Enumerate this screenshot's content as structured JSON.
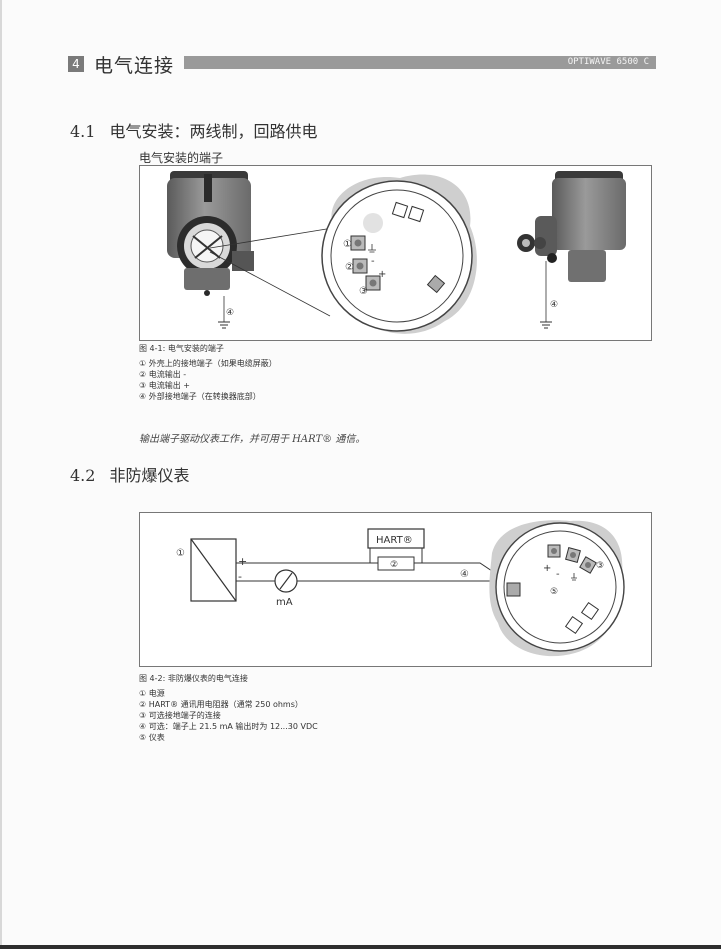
{
  "header": {
    "chapter_number": "4",
    "chapter_title": "电气连接",
    "product": "OPTIWAVE 6500 C"
  },
  "section1": {
    "number": "4.1",
    "title": "电气安装：两线制，回路供电"
  },
  "figure1": {
    "heading": "电气安装的端子",
    "callouts": {
      "c1": "①",
      "c2": "②",
      "c3": "③",
      "c4": "④",
      "minus": "-",
      "plus": "+"
    },
    "caption": "图 4-1: 电气安装的端子",
    "legend": [
      "① 外壳上的接地端子（如果电缆屏蔽）",
      "② 电流输出 -",
      "③ 电流输出 +",
      "④ 外部接地端子（在转换器底部）"
    ]
  },
  "note": "输出端子驱动仪表工作，并可用于 HART® 通信。",
  "section2": {
    "number": "4.2",
    "title": "非防爆仪表"
  },
  "figure2": {
    "callouts": {
      "c1": "①",
      "c2": "②",
      "c3": "③",
      "c4": "④",
      "c5": "⑤",
      "hart": "HART®",
      "ma": "mA",
      "plus": "+",
      "minus": "-"
    },
    "caption": "图 4-2: 非防爆仪表的电气连接",
    "legend": [
      "① 电源",
      "② HART® 通讯用电阻器（通常 250 ohms）",
      "③ 可选接地端子的连接",
      "④ 可选：端子上 21.5 mA 输出时为 12...30 VDC",
      "⑤ 仪表"
    ]
  }
}
